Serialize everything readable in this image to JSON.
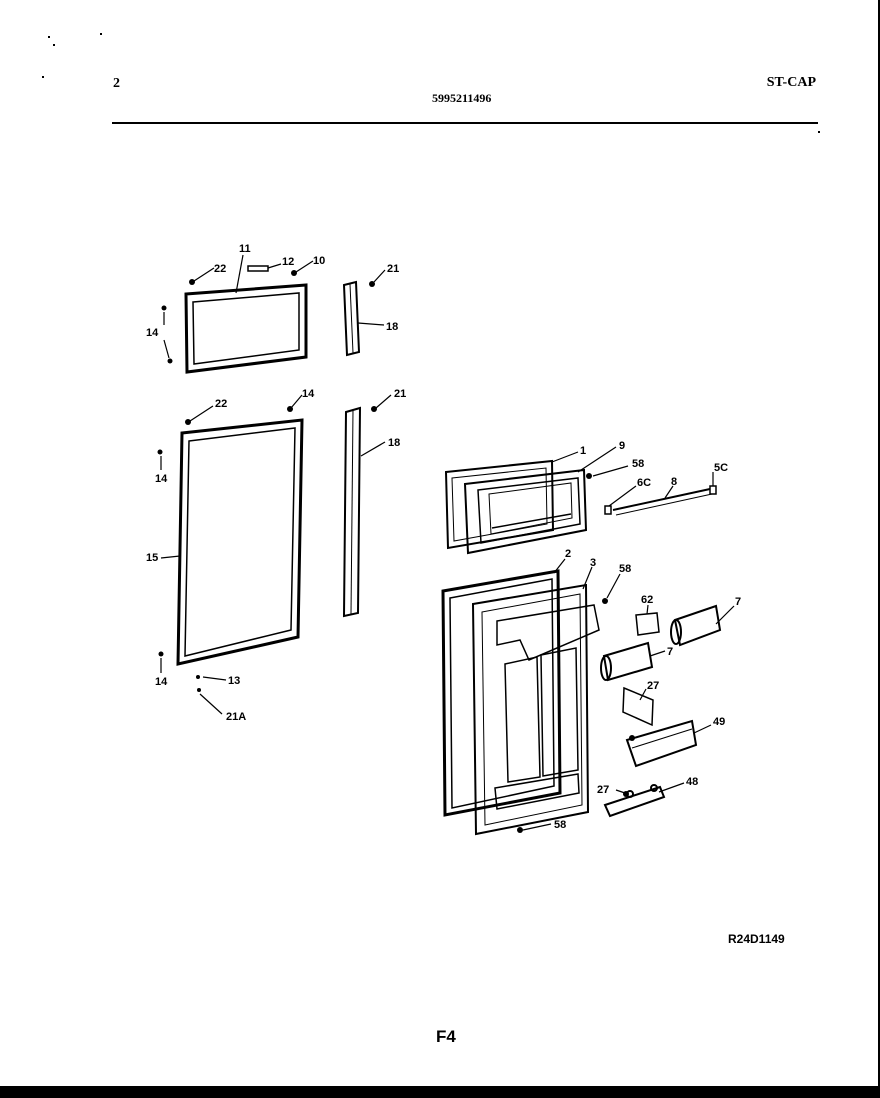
{
  "header": {
    "page_number": "2",
    "part_number": "5995211496",
    "model_code": "ST-CAP"
  },
  "footer": {
    "reference_code": "R24D1149",
    "figure_id": "F4"
  },
  "callouts": {
    "c11": "11",
    "c12": "12",
    "c10": "10",
    "c22a": "22",
    "c14a": "14",
    "c21a": "21",
    "c18a": "18",
    "c22b": "22",
    "c14b": "14",
    "c21b": "21",
    "c18b": "18",
    "c14c": "14",
    "c15": "15",
    "c14d": "14",
    "c13": "13",
    "c21A": "21A",
    "c1": "1",
    "c9": "9",
    "c58a": "58",
    "c5C": "5C",
    "c6C": "6C",
    "c8": "8",
    "c2": "2",
    "c3": "3",
    "c58b": "58",
    "c62": "62",
    "c7a": "7",
    "c7b": "7",
    "c27a": "27",
    "c49": "49",
    "c27b": "27",
    "c48": "48",
    "c58c": "58"
  }
}
